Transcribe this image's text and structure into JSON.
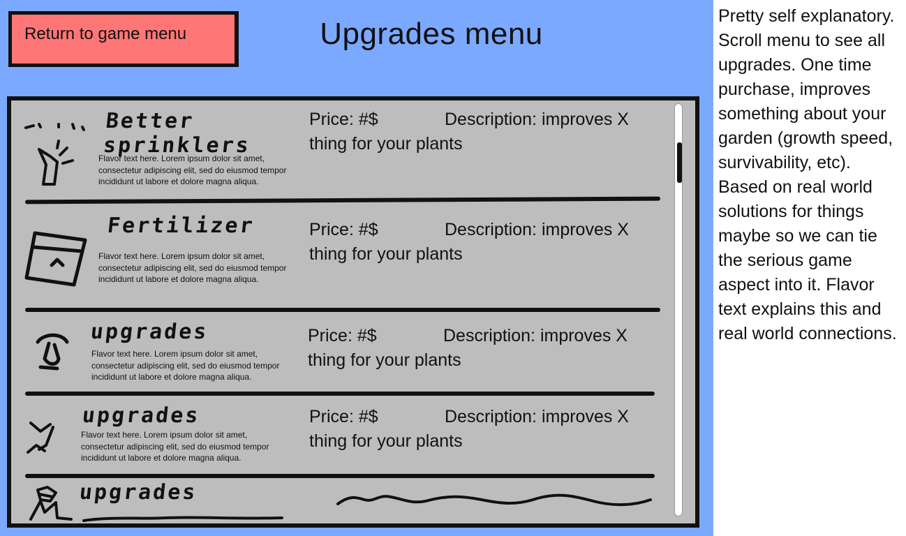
{
  "header": {
    "return_label": "Return to game menu",
    "title": "Upgrades menu"
  },
  "upgrades": [
    {
      "name": "Better sprinklers",
      "flavor": "Flavor text here. Lorem ipsum dolor sit amet, consectetur adipiscing elit, sed do eiusmod tempor incididunt ut labore et dolore magna aliqua.",
      "price": "Price: #$",
      "desc_line1": "Description: improves X",
      "desc_line2": "thing for your plants",
      "icon": "sprinkler-icon"
    },
    {
      "name": "Fertilizer",
      "flavor": "Flavor text here. Lorem ipsum dolor sit amet, consectetur adipiscing elit, sed do eiusmod tempor incididunt ut labore et dolore magna aliqua.",
      "price": "Price: #$",
      "desc_line1": "Description: improves X",
      "desc_line2": "thing for your plants",
      "icon": "fertilizer-bag-icon"
    },
    {
      "name": "upgrades",
      "flavor": "Flavor text here. Lorem ipsum dolor sit amet, consectetur adipiscing elit, sed do eiusmod tempor incididunt ut labore et dolore magna aliqua.",
      "price": "Price: #$",
      "desc_line1": "Description: improves X",
      "desc_line2": "thing for your plants",
      "icon": "mushroom-icon"
    },
    {
      "name": "upgrades",
      "flavor": "Flavor text here. Lorem ipsum dolor sit amet, consectetur adipiscing elit, sed do eiusmod tempor incididunt ut labore et dolore magna aliqua.",
      "price": "Price: #$",
      "desc_line1": "Description: improves X",
      "desc_line2": "thing for your plants",
      "icon": "sprout-icon"
    },
    {
      "name": "upgrades",
      "icon": "plant-cluster-icon"
    }
  ],
  "note": "Pretty self explanatory. Scroll menu to see all upgrades. One time purchase, improves something about your garden (growth speed, survivability, etc). Based on real world solutions for things maybe so we can tie the serious game aspect into it. Flavor text explains this and real world connections.",
  "colors": {
    "background": "#7ba9ff",
    "return_button": "#ff7676",
    "panel": "#bdbdbd"
  }
}
